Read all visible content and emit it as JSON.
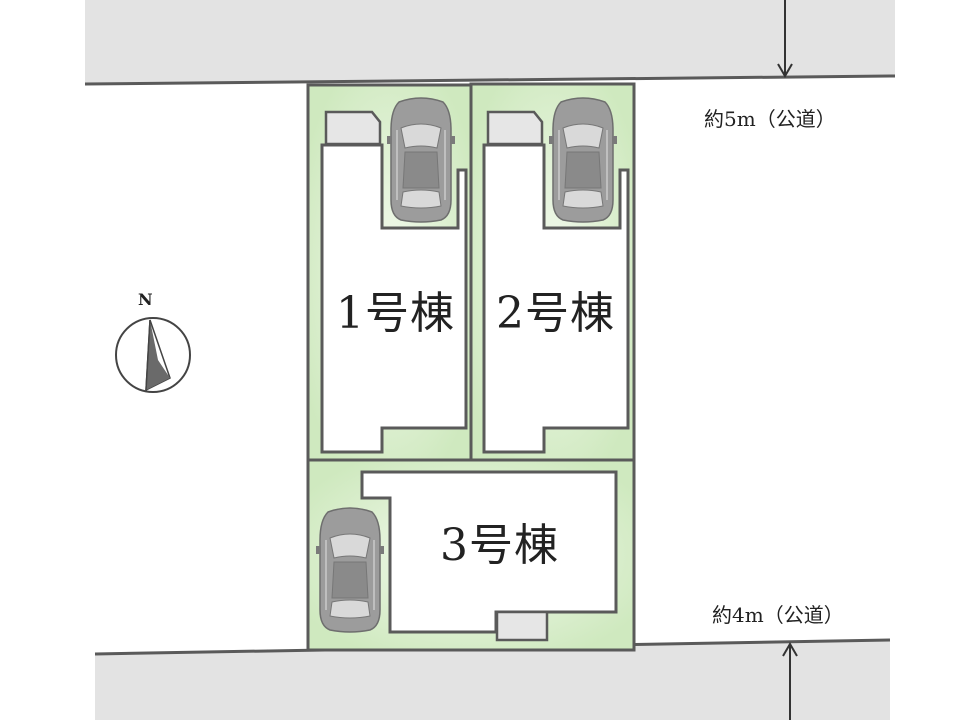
{
  "roads": {
    "north": {
      "label": "約5m（公道）"
    },
    "south": {
      "label": "約4m（公道）"
    }
  },
  "houses": [
    {
      "label": "1号棟"
    },
    {
      "label": "2号棟"
    },
    {
      "label": "3号棟"
    }
  ],
  "compass": {
    "label": "N",
    "icon": "north-arrow-icon"
  },
  "colors": {
    "road": "#e3e3e3",
    "lot_green": "#d4ecc6",
    "lot_green_light": "#eef7e8",
    "outline": "#5a5a5a",
    "building": "#ffffff",
    "car_body": "#9c9c9c",
    "car_glass": "#d8d8d8"
  }
}
